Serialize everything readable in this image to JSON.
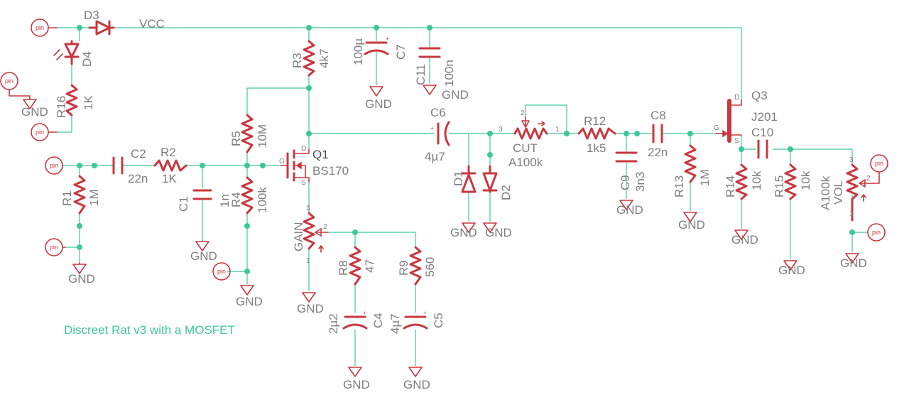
{
  "title": "Discreet Rat v3 with a MOSFET",
  "nets": {
    "vcc": "VCC",
    "gnd": "GND"
  },
  "pin_text": "pin",
  "parts": {
    "d3": "D3",
    "d4": "D4",
    "r16": "R16",
    "r16_val": "1K",
    "c2": "C2",
    "c2_val": "22n",
    "r2": "R2",
    "r2_val": "1K",
    "r1": "R1",
    "r1_val": "1M",
    "c1": "C1",
    "c1_val": "1n",
    "r3": "R3",
    "r3_val": "4k7",
    "r5": "R5",
    "r5_val": "10M",
    "r4": "R4",
    "r4_val": "100k",
    "q1": "Q1",
    "q1_val": "BS170",
    "gain": "GAIN",
    "r8": "R8",
    "r8_val": "47",
    "r9": "R9",
    "r9_val": "560",
    "c4": "C4",
    "c4_val": "2µ2",
    "c5": "C5",
    "c5_val": "4µ7",
    "c7": "C7",
    "c7_val": "100µ",
    "c11": "C11",
    "c11_val": "100n",
    "c6": "C6",
    "c6_val": "4µ7",
    "d1": "D1",
    "d2": "D2",
    "cut": "CUT",
    "cut_val": "A100k",
    "r12": "R12",
    "r12_val": "1k5",
    "c9": "C9",
    "c9_val": "3n3",
    "c8": "C8",
    "c8_val": "22n",
    "r13": "R13",
    "r13_val": "1M",
    "q3": "Q3",
    "q3_val": "J201",
    "c10": "C10",
    "r14": "R14",
    "r14_val": "10k",
    "r15": "R15",
    "r15_val": "10k",
    "vol": "VOL",
    "vol_val": "A100k"
  },
  "pin_numbers": {
    "one": "1",
    "two": "2",
    "three": "3",
    "d": "D",
    "g": "G",
    "s": "S"
  },
  "colors": {
    "wire": "#3ec79a",
    "component": "#c8373e",
    "label": "#7d7d7d",
    "title": "#3ec79a"
  }
}
